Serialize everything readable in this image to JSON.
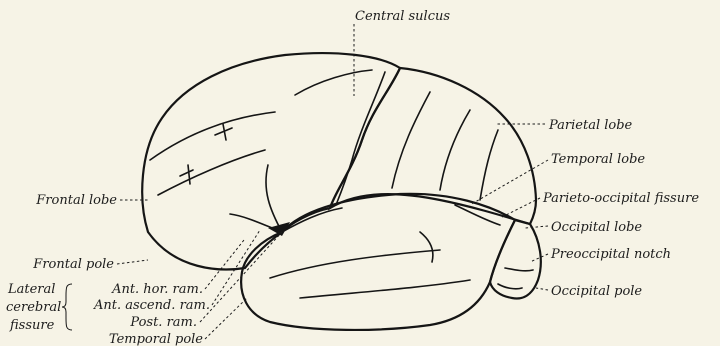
{
  "labels": {
    "central_sulcus": "Central sulcus",
    "parietal_lobe": "Parietal lobe",
    "temporal_lobe": "Temporal lobe",
    "parieto_occipital_fissure": "Parieto-occipital fissure",
    "occipital_lobe": "Occipital lobe",
    "preoccipital_notch": "Preoccipital notch",
    "occipital_pole": "Occipital pole",
    "frontal_lobe": "Frontal lobe",
    "frontal_pole": "Frontal pole",
    "lateral_fissure_line1": "Lateral",
    "lateral_fissure_line2": "cerebral",
    "lateral_fissure_line3": "fissure",
    "ant_hor_ram": "Ant. hor. ram.",
    "ant_ascend_ram": "Ant. ascend. ram.",
    "post_ram": "Post. ram.",
    "temporal_pole": "Temporal pole"
  },
  "colors": {
    "paper": "#f6f3e6",
    "ink": "#151515"
  }
}
